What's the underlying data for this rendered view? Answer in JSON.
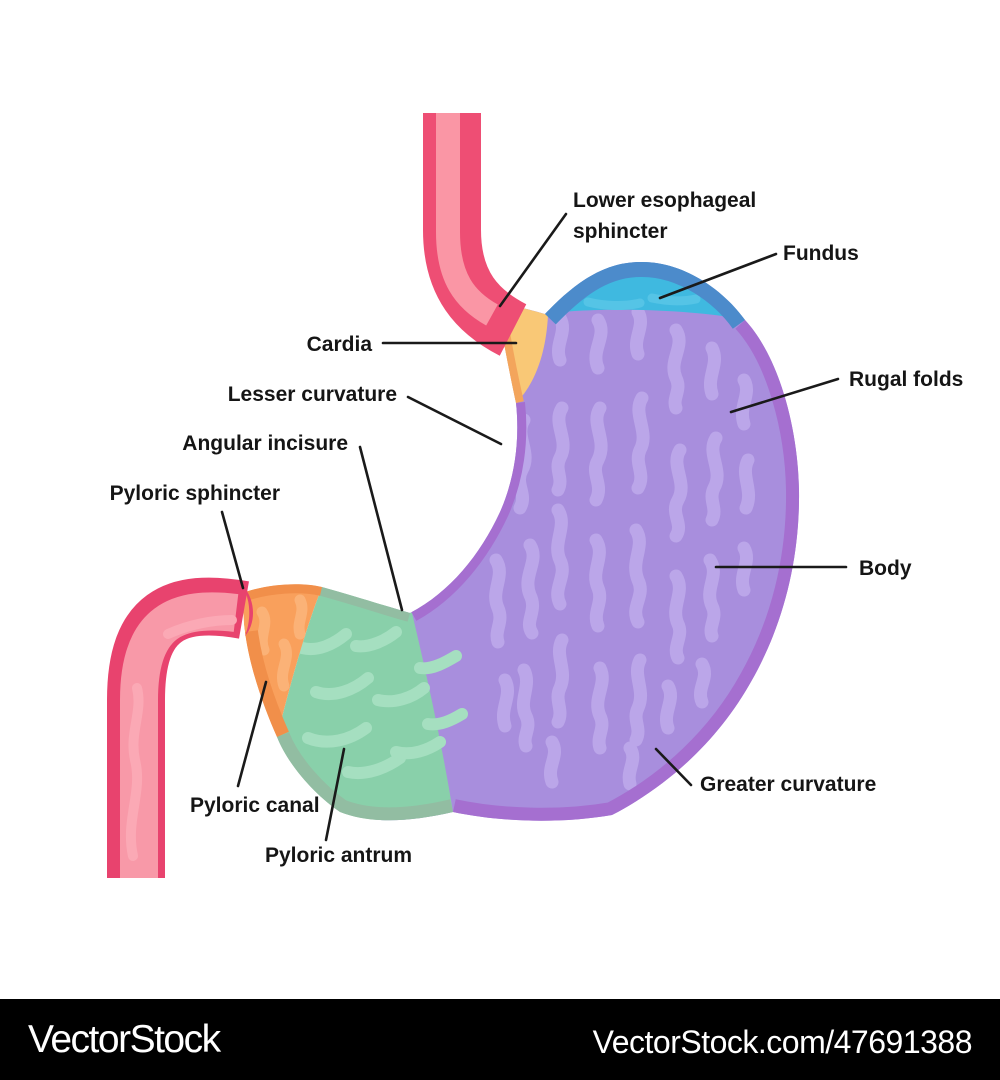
{
  "diagram": {
    "labels": {
      "lower_esophageal_sphincter": "Lower esophageal sphincter",
      "fundus": "Fundus",
      "cardia": "Cardia",
      "lesser_curvature": "Lesser curvature",
      "angular_incisure": "Angular incisure",
      "pyloric_sphincter": "Pyloric sphincter",
      "pyloric_canal": "Pyloric canal",
      "pyloric_antrum": "Pyloric antrum",
      "rugal_folds": "Rugal folds",
      "body": "Body",
      "greater_curvature": "Greater curvature"
    },
    "colors": {
      "esophagus_outer": "#EE4E74",
      "esophagus_inner": "#FA96A5",
      "duodenum_outer": "#E8436E",
      "duodenum_inner": "#F899A8",
      "duodenum_fold": "#FBA9B5",
      "fundus_fill": "#3FB9E0",
      "fundus_rim": "#4C8BCB",
      "fundus_fold": "#55C4E6",
      "body_fill": "#A88EDD",
      "body_rim": "#A56FD0",
      "body_fold": "#BBA6E9",
      "cardia_fill": "#F9C876",
      "cardia_rim": "#F3A55C",
      "antrum_fill": "#89D0AA",
      "antrum_rim": "#92BDA2",
      "antrum_fold": "#A5DFC0",
      "canal_fill": "#F9A05C",
      "canal_rim": "#F18F4A",
      "canal_fold": "#FBB277",
      "leader_line": "#1a1a1a",
      "label_text": "#151515",
      "watermark_bg": "#000000",
      "watermark_text": "#ffffff"
    }
  },
  "watermark": {
    "logo": "VectorStock",
    "url": "VectorStock.com/47691388"
  }
}
